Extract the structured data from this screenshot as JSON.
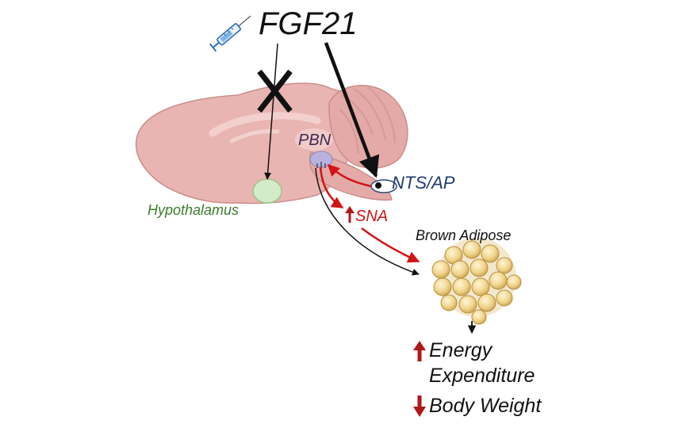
{
  "diagram": {
    "title": "FGF21",
    "labels": {
      "pbn": "PBN",
      "nts_ap": "NTS/AP",
      "hypothalamus": "Hypothalamus",
      "sna": "SNA",
      "brown_adipose": "Brown Adipose",
      "energy_line1": "Energy",
      "energy_line2": "Expenditure",
      "body_weight": "Body Weight"
    },
    "icons": [
      "syringe-icon",
      "block-x-icon",
      "up-arrow-icon",
      "down-arrow-icon"
    ],
    "colors": {
      "brain": "#e8b5b2",
      "brain_outline": "#c98f8c",
      "sna_red": "#d21414",
      "up_down_arrows": "#b01818",
      "hypothalamus_fill": "#d4ebc9",
      "nts_label": "#1f3b70",
      "hypothalamus_label": "#3a7d2a",
      "fat_cells": "#e9c978"
    }
  }
}
